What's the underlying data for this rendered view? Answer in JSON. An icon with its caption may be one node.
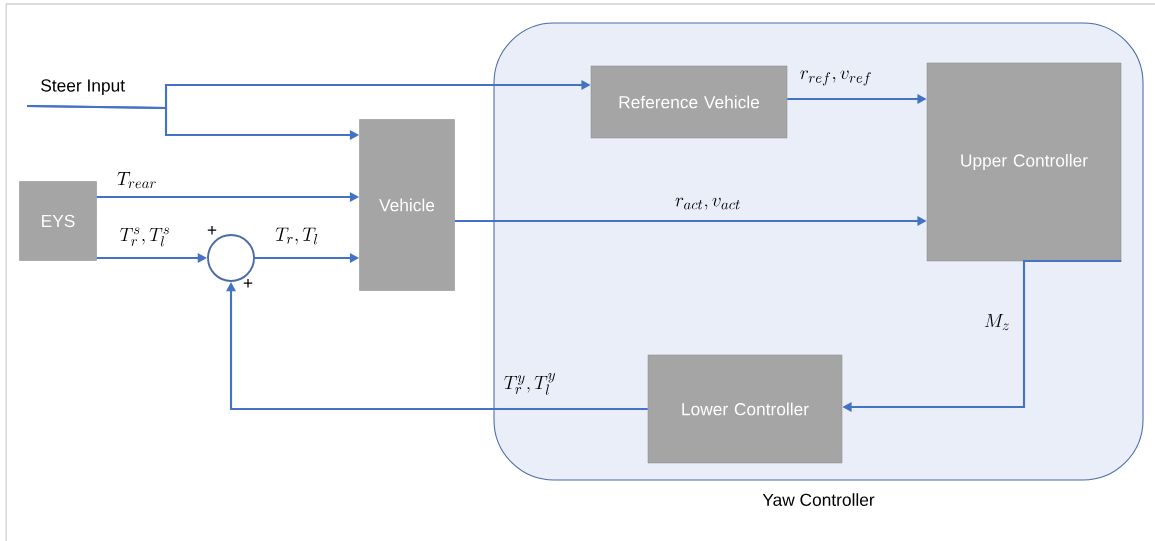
{
  "diagram": {
    "nodes": [
      {
        "text": [
          "Yaw Controller"
        ]
      },
      {
        "text": [
          "Steer Input"
        ]
      },
      {
        "text": [
          "Reference Vehicle"
        ],
        "in": 0
      },
      {
        "text": [
          "Upper Controller"
        ],
        "in": 0
      },
      {
        "text": [
          "EYS"
        ]
      },
      {
        "text": [],
        "shape": "circle"
      },
      {
        "text": [
          "Vehicle"
        ]
      },
      {
        "text": [
          "Lower Controller"
        ],
        "in": 0
      }
    ],
    "edges": [
      {
        "from": 1,
        "to": 2,
        "arrow": "to"
      },
      {
        "from": 1,
        "to": 6,
        "arrow": "to"
      },
      {
        "from": 4,
        "to": 6,
        "arrow": "to",
        "label": "T_{rear}"
      },
      {
        "from": 4,
        "to": 5,
        "arrow": "to",
        "label": "T_r^s, T_l^s"
      },
      {
        "from": 5,
        "to": 6,
        "arrow": "to",
        "label": "T_r, T_l"
      },
      {
        "from": 6,
        "to": 3,
        "arrow": "to",
        "label": "r_{act}, v_{act}"
      },
      {
        "from": 2,
        "to": 3,
        "arrow": "to",
        "label": "r_{ref}, v_{ref}"
      },
      {
        "from": 3,
        "to": 7,
        "arrow": "to",
        "label": "M_z"
      },
      {
        "from": 7,
        "to": 5,
        "arrow": "to",
        "label": "T_r^y, T_l^y"
      }
    ],
    "labels": [
      "+",
      "+"
    ]
  }
}
